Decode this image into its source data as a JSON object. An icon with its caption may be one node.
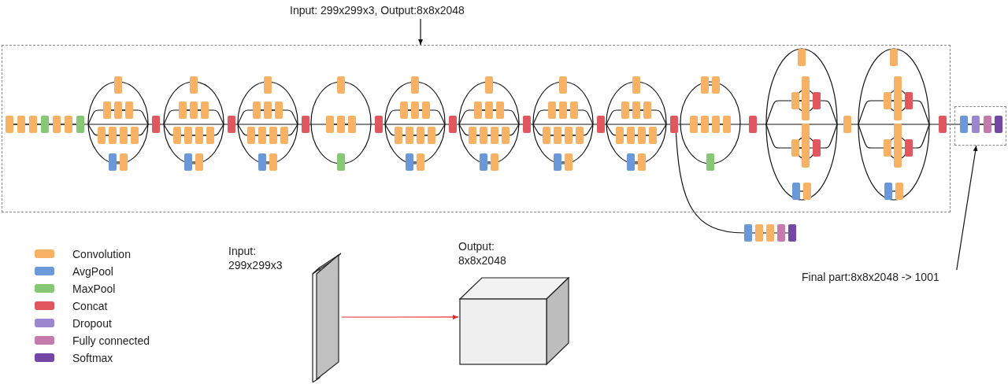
{
  "diagram": {
    "nodes": [
      {
        "text": [
          "Input: 299x299x3, Output:8x8x2048"
        ]
      },
      {
        "text": [],
        "shape": "box"
      },
      {
        "text": [],
        "shape": "box"
      },
      {
        "text": [
          "Final part:8x8x2048 -> 1001"
        ]
      },
      {
        "text": [],
        "shape": "slab",
        "beside": [
          "Input: 299x299x3"
        ]
      },
      {
        "text": [],
        "shape": "cube",
        "beside": [
          "Output: 8x8x2048"
        ]
      }
    ],
    "edges": [
      {
        "from": 0,
        "to": 1,
        "arrow": "to"
      },
      {
        "from": 3,
        "to": 2,
        "arrow": "to"
      },
      {
        "from": 4,
        "to": 5,
        "arrow": "to",
        "color": "#e8282b"
      }
    ],
    "legend": [
      {
        "text": "Convolution",
        "color": "#f8b266"
      },
      {
        "text": "AvgPool",
        "color": "#6a98d8"
      },
      {
        "text": "MaxPool",
        "color": "#86c873"
      },
      {
        "text": "Concat",
        "color": "#e0585e"
      },
      {
        "text": "Dropout",
        "color": "#9a87d0"
      },
      {
        "text": "Fully connected",
        "color": "#c47aad"
      },
      {
        "text": "Softmax",
        "color": "#7446a6"
      }
    ]
  }
}
